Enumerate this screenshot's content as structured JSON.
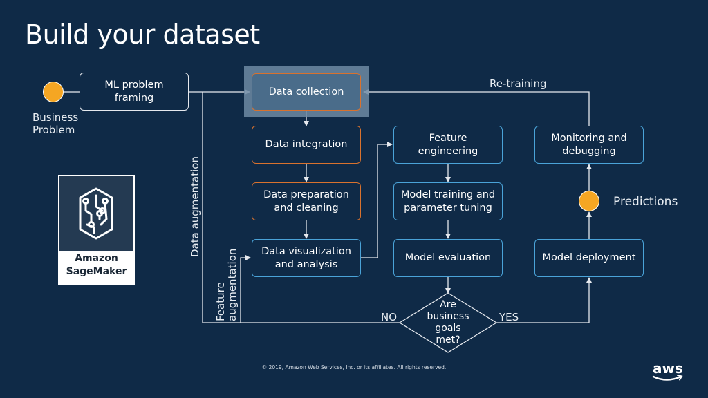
{
  "slide": {
    "title": "Build your dataset",
    "footer": "© 2019, Amazon Web Services, Inc. or its affiliates. All rights reserved."
  },
  "nodes": {
    "business_problem": "Business\nProblem",
    "ml_problem_framing": "ML problem\nframing",
    "data_collection": "Data collection",
    "data_integration": "Data integration",
    "data_preparation": "Data preparation\nand cleaning",
    "data_visualization": "Data visualization\nand analysis",
    "feature_engineering": "Feature\nengineering",
    "model_training": "Model training and\nparameter tuning",
    "model_evaluation": "Model evaluation",
    "decision": "Are\nbusiness\ngoals\nmet?",
    "model_deployment": "Model deployment",
    "predictions": "Predictions",
    "monitoring": "Monitoring and\ndebugging"
  },
  "edge_labels": {
    "retraining": "Re-training",
    "no": "NO",
    "yes": "YES",
    "data_augmentation": "Data augmentation",
    "feature_augmentation": "Feature\naugmentation"
  },
  "sagemaker": {
    "label": "Amazon\nSageMaker",
    "icon": "sagemaker-brain-icon"
  },
  "logo": {
    "text": "aws",
    "icon": "aws-logo"
  },
  "colors": {
    "background": "#0f2a47",
    "orange_border": "#d9722e",
    "blue_border": "#4aa3d8",
    "circle_fill": "#f5a623",
    "highlight": "#6d8aa3",
    "smile": "#ff9900"
  }
}
